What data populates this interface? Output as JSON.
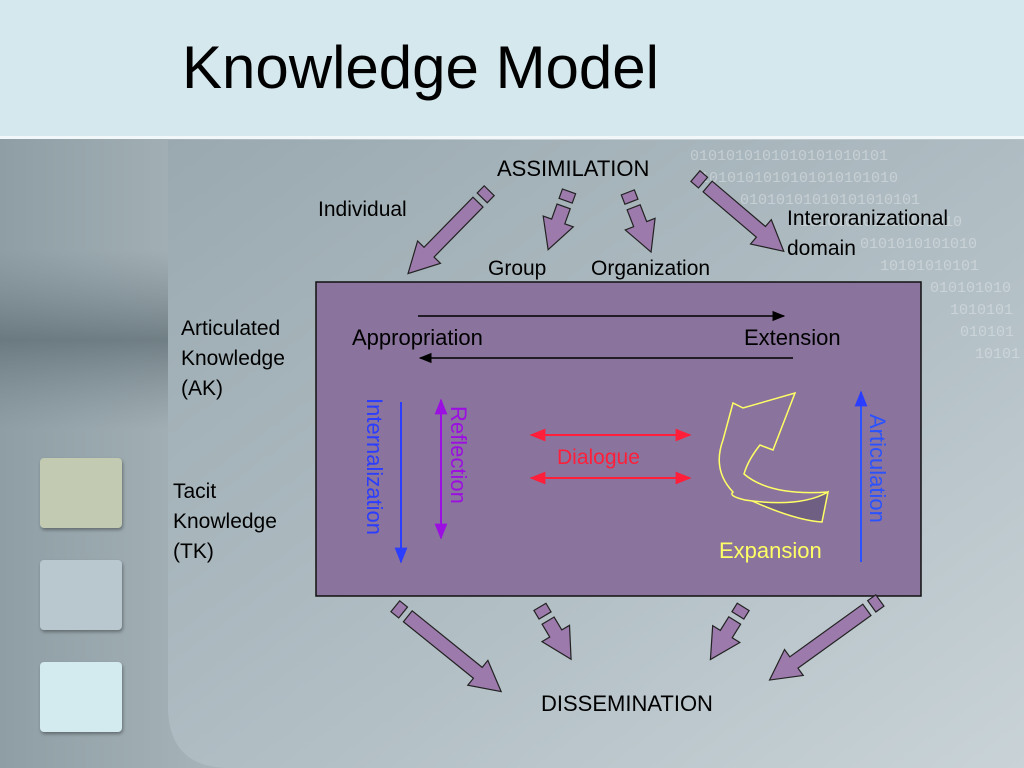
{
  "title": "Knowledge Model",
  "labels": {
    "assimilation": "ASSIMILATION",
    "individual": "Individual",
    "group": "Group",
    "organization": "Organization",
    "interorganizational_line1": "Interoranizational",
    "interorganizational_line2": "domain",
    "articulated_line1": "Articulated",
    "articulated_line2": "Knowledge",
    "articulated_line3": "(AK)",
    "tacit_line1": "Tacit",
    "tacit_line2": "Knowledge",
    "tacit_line3": "(TK)",
    "appropriation": "Appropriation",
    "extension": "Extension",
    "internalization": "Internalization",
    "reflection": "Reflection",
    "dialogue": "Dialogue",
    "articulation": "Articulation",
    "expansion": "Expansion",
    "dissemination": "DISSEMINATION"
  },
  "colors": {
    "box_fill": "#8a739c",
    "arrow_fill": "#9c7aab",
    "internalization": "#2b3dff",
    "reflection": "#9b10e0",
    "dialogue": "#ff1f3a",
    "articulation": "#2b52ff",
    "expansion": "#ffff66",
    "header_bg": "#d5e8ee"
  }
}
